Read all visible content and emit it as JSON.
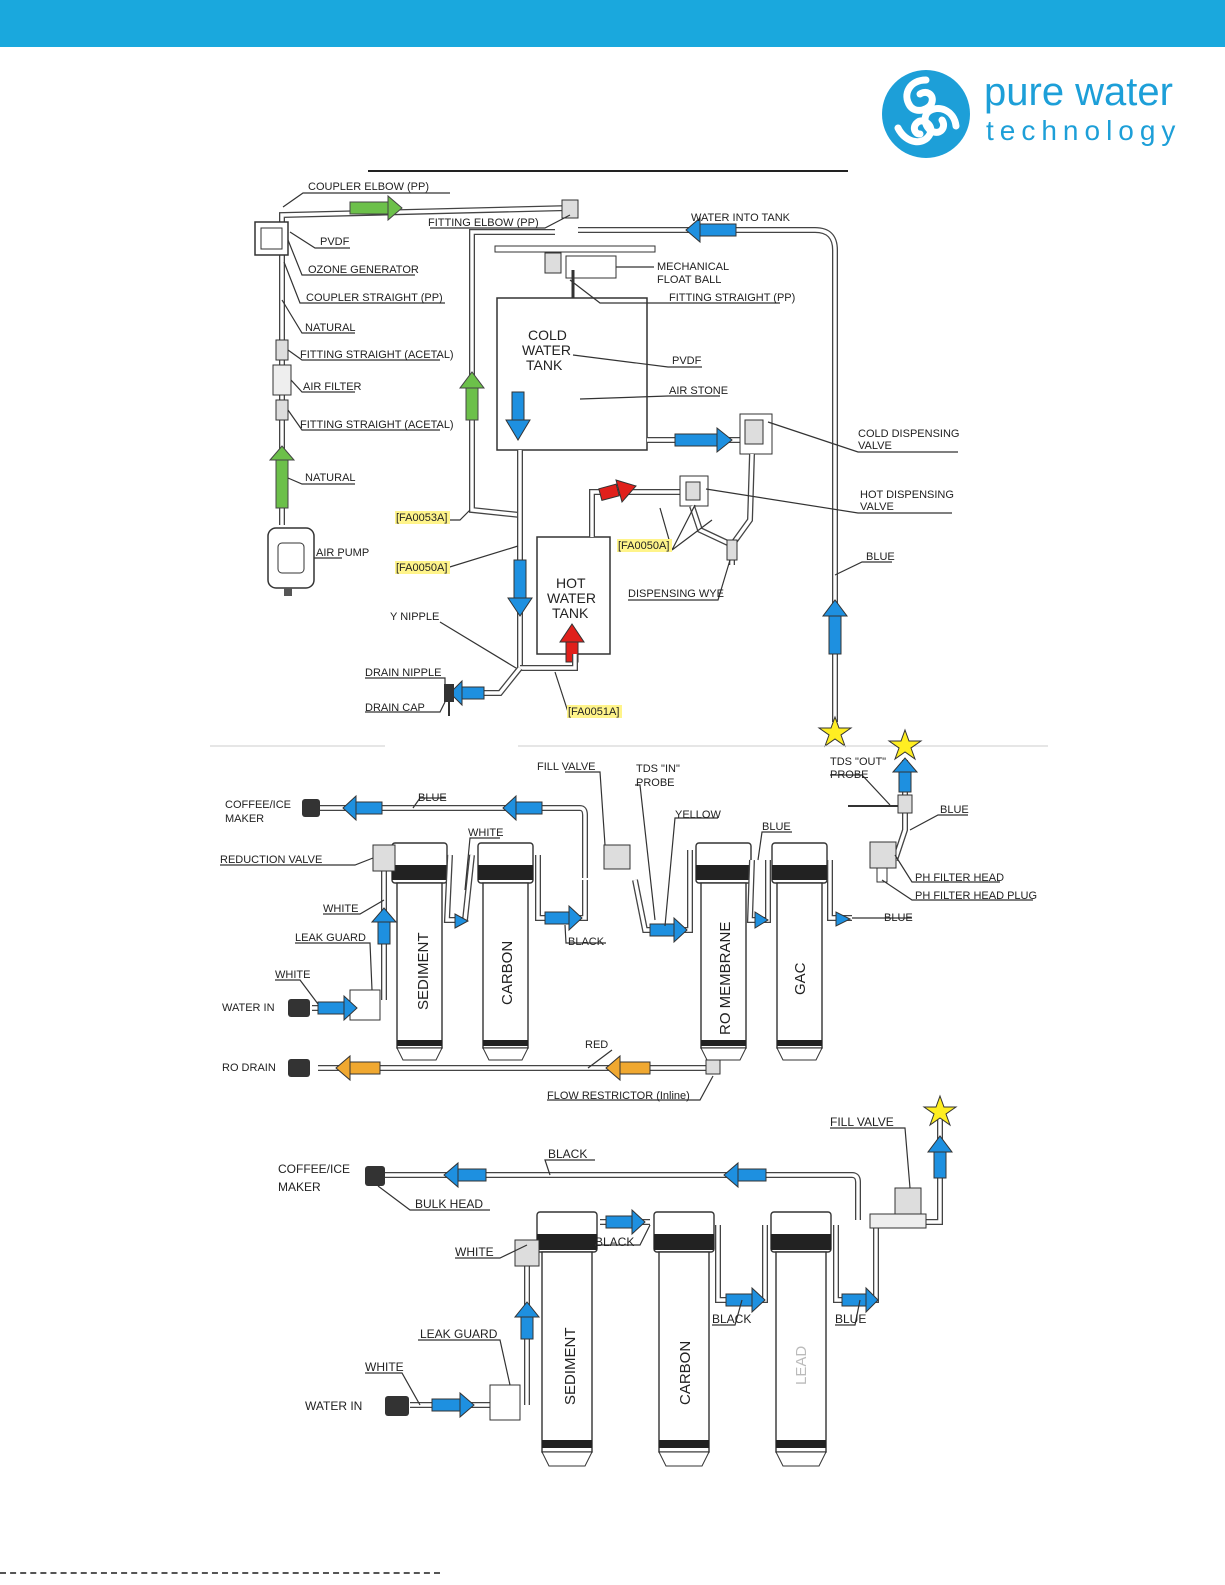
{
  "header": {
    "bar_color": "#1aa8dd"
  },
  "logo": {
    "line1": "pure water",
    "line2": "technology",
    "color": "#1d9fd8",
    "icon": "swirl-logo-icon"
  },
  "colors": {
    "blue_arrow": "#1e90e0",
    "green_arrow": "#6cc04a",
    "red_arrow": "#e0201b",
    "orange_arrow": "#f0a830",
    "star": "#ffee22",
    "highlight": "#fff48a"
  },
  "top_diagram": {
    "labels": {
      "coupler_elbow": "COUPLER ELBOW (PP)",
      "pvdf_1": "PVDF",
      "ozone_generator": "OZONE GENERATOR",
      "coupler_straight": "COUPLER STRAIGHT (PP)",
      "natural_1": "NATURAL",
      "fitting_straight_acetal_1": "FITTING STRAIGHT (ACETAL)",
      "air_filter": "AIR FILTER",
      "fitting_straight_acetal_2": "FITTING STRAIGHT (ACETAL)",
      "natural_2": "NATURAL",
      "air_pump": "AIR PUMP",
      "fitting_elbow": "FITTING ELBOW (PP)",
      "water_into_tank": "WATER INTO TANK",
      "mechanical_float_ball_1": "MECHANICAL",
      "mechanical_float_ball_2": "FLOAT BALL",
      "fitting_straight_pp": "FITTING STRAIGHT (PP)",
      "pvdf_2": "PVDF",
      "air_stone": "AIR STONE",
      "cold_dispensing_1": "COLD DISPENSING",
      "cold_dispensing_2": "VALVE",
      "hot_dispensing_1": "HOT DISPENSING",
      "hot_dispensing_2": "VALVE",
      "fa0053a": "[FA0053A]",
      "fa0050a_1": "[FA0050A]",
      "fa0050a_2": "[FA0050A]",
      "fa0051a": "[FA0051A]",
      "blue": "BLUE",
      "dispensing_wye": "DISPENSING WYE",
      "y_nipple": "Y NIPPLE",
      "drain_nipple": "DRAIN NIPPLE",
      "drain_cap": "DRAIN CAP",
      "cold_tank_1": "COLD",
      "cold_tank_2": "WATER",
      "cold_tank_3": "TANK",
      "hot_tank_1": "HOT",
      "hot_tank_2": "WATER",
      "hot_tank_3": "TANK"
    }
  },
  "middle_diagram": {
    "labels": {
      "coffee_1": "COFFEE/ICE",
      "coffee_2": "MAKER",
      "blue_top": "BLUE",
      "fill_valve": "FILL VALVE",
      "tds_in_1": "TDS \"IN\"",
      "tds_in_2": "PROBE",
      "yellow": "YELLOW",
      "blue_mid": "BLUE",
      "tds_out_1": "TDS \"OUT\"",
      "tds_out_2": "PROBE",
      "blue_right": "BLUE",
      "white_top": "WHITE",
      "reduction_valve": "REDUCTION VALVE",
      "ph_filter_head": "PH FILTER HEAD",
      "ph_filter_head_plug": "PH FILTER HEAD PLUG",
      "white_mid": "WHITE",
      "blue_bottom": "BLUE",
      "leak_guard": "LEAK GUARD",
      "black": "BLACK",
      "white_low": "WHITE",
      "water_in": "WATER IN",
      "ro_drain": "RO DRAIN",
      "red": "RED",
      "flow_restrictor": "FLOW RESTRICTOR (Inline)"
    },
    "cartridges": [
      "SEDIMENT",
      "CARBON",
      "RO MEMBRANE",
      "GAC"
    ]
  },
  "bottom_diagram": {
    "labels": {
      "coffee_1": "COFFEE/ICE",
      "coffee_2": "MAKER",
      "black_top": "BLACK",
      "fill_valve": "FILL VALVE",
      "bulk_head": "BULK HEAD",
      "white": "WHITE",
      "black_1": "BLACK",
      "black_2": "BLACK",
      "blue": "BLUE",
      "leak_guard": "LEAK GUARD",
      "white_2": "WHITE",
      "water_in": "WATER IN"
    },
    "cartridges": [
      "SEDIMENT",
      "CARBON",
      "LEAD"
    ]
  }
}
